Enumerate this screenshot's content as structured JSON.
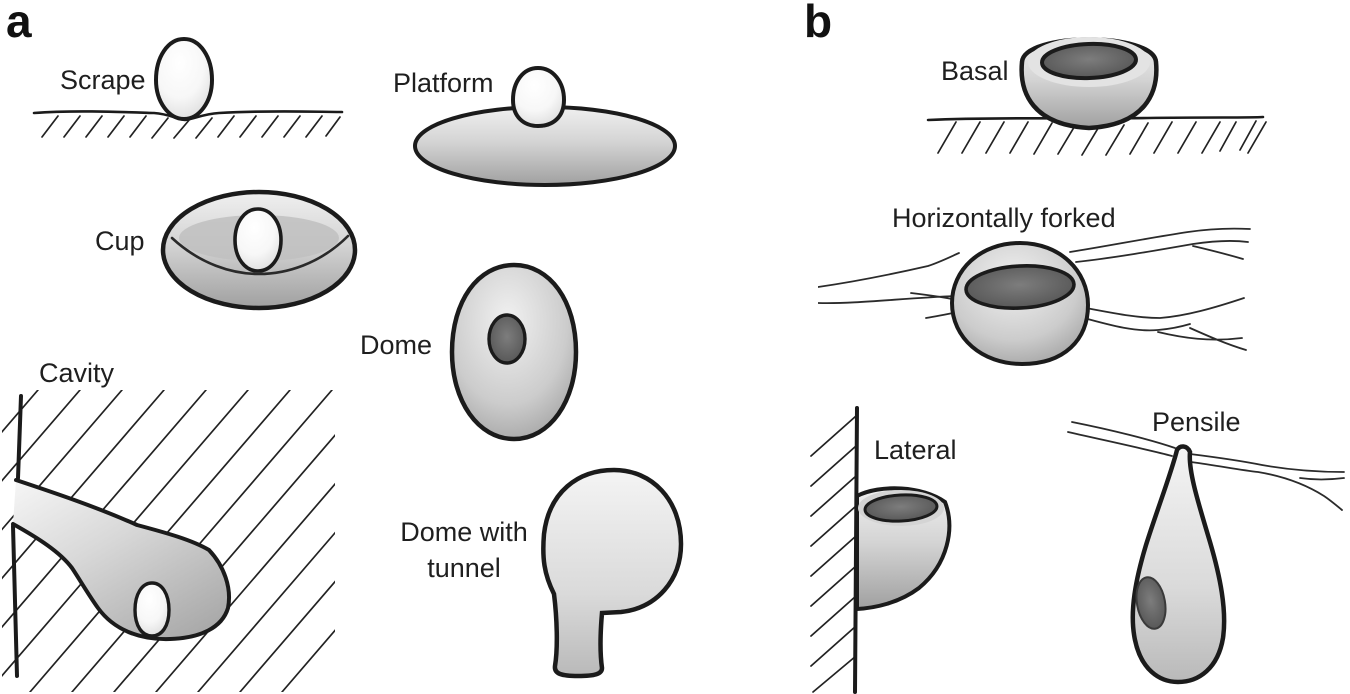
{
  "figure": {
    "panels": [
      {
        "label": "a",
        "nests": [
          {
            "name": "Scrape"
          },
          {
            "name": "Platform"
          },
          {
            "name": "Cup"
          },
          {
            "name": "Dome"
          },
          {
            "name": "Cavity"
          },
          {
            "name": "Dome with tunnel"
          }
        ]
      },
      {
        "label": "b",
        "nests": [
          {
            "name": "Basal"
          },
          {
            "name": "Horizontally forked"
          },
          {
            "name": "Lateral"
          },
          {
            "name": "Pensile"
          }
        ]
      }
    ]
  },
  "colors": {
    "background": "#ffffff",
    "text": "#1f1f1f",
    "outline": "#1b1b1b",
    "nest_light": "#f0f0f0",
    "nest_mid": "#cccccc",
    "nest_dark": "#9e9e9e",
    "opening_dark": "#555555",
    "egg_white": "#ffffff"
  }
}
